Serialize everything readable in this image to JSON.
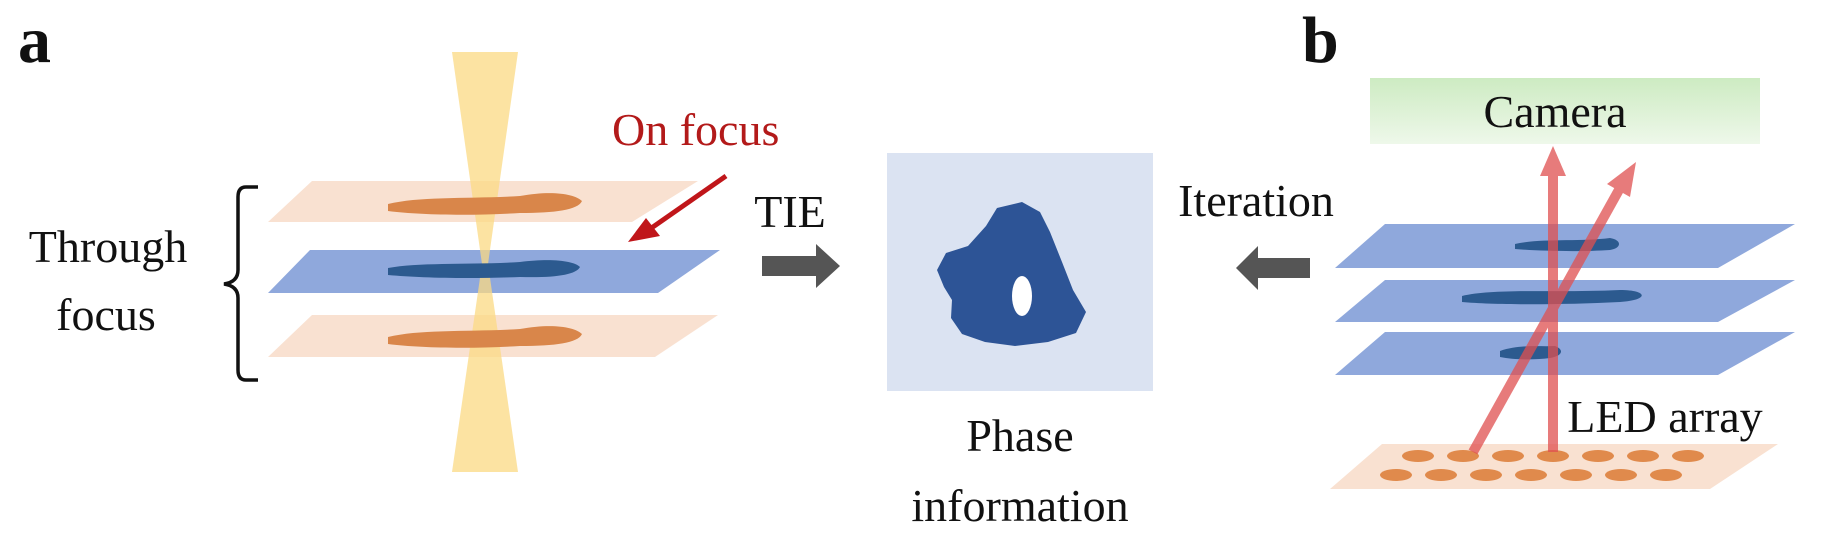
{
  "panel_a": {
    "letter": "a",
    "through_focus_line1": "Through",
    "through_focus_line2": "focus",
    "on_focus": "On focus",
    "method": "TIE"
  },
  "center": {
    "label_line1": "Phase",
    "label_line2": "information"
  },
  "panel_b": {
    "letter": "b",
    "camera": "Camera",
    "method": "Iteration",
    "led_array": "LED array"
  },
  "colors": {
    "on_focus_text": "#b31a1a",
    "defocus_plane": "#f9e1d1",
    "focus_plane": "#8fa8dc",
    "defocus_sample": "#d9864a",
    "focus_sample": "#2c5a8f",
    "phase_box": "#dbe3f2",
    "phase_shape": "#2d5496",
    "arrow_gray": "#555555",
    "camera_box": "#c9e7bf",
    "led_spot": "#e08a4c",
    "red_beam": "#e05050",
    "beam_cone": "#fbd983"
  }
}
